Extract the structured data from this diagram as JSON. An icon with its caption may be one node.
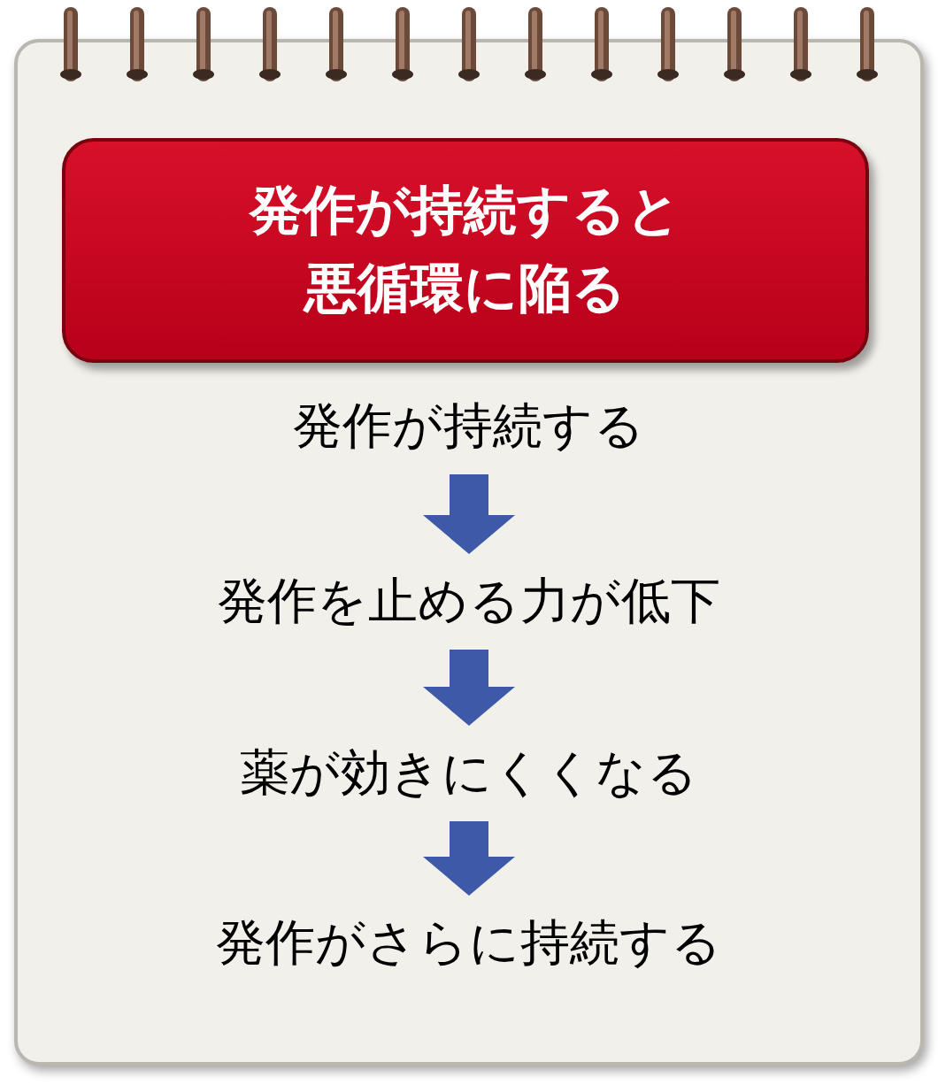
{
  "diagram": {
    "nodes": [
      {
        "text": [
          "発作が持続すると悪循環に陥る"
        ]
      },
      {
        "text": [
          "発作が持続する"
        ]
      },
      {
        "text": [
          "発作を止める力が低下"
        ]
      },
      {
        "text": [
          "薬が効きにくくなる"
        ]
      },
      {
        "text": [
          "発作がさらに持続する"
        ]
      }
    ],
    "edges": [
      {
        "from": 1,
        "to": 2,
        "arrow": "to"
      },
      {
        "from": 2,
        "to": 3,
        "arrow": "to"
      },
      {
        "from": 3,
        "to": 4,
        "arrow": "to"
      }
    ]
  }
}
